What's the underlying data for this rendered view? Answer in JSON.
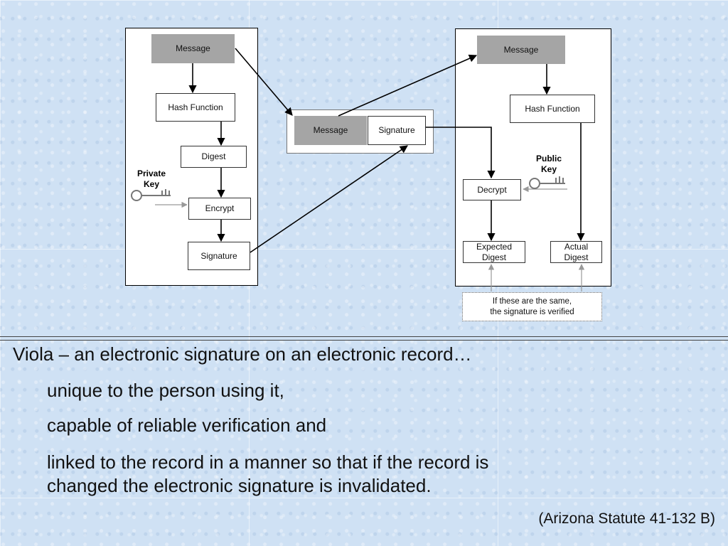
{
  "diagram": {
    "signer": {
      "message": "Message",
      "hash_function": "Hash Function",
      "digest": "Digest",
      "private_key": "Private\nKey",
      "encrypt": "Encrypt",
      "signature": "Signature"
    },
    "transmitted": {
      "message": "Message",
      "signature": "Signature"
    },
    "verifier": {
      "message": "Message",
      "hash_function": "Hash Function",
      "public_key": "Public\nKey",
      "decrypt": "Decrypt",
      "expected_digest": "Expected\nDigest",
      "actual_digest": "Actual\nDigest",
      "note": "If these are the same,\nthe signature is verified"
    }
  },
  "text": {
    "line1": "Viola – an electronic signature on an electronic record…",
    "line2": "unique to the person using it,",
    "line3": "capable of reliable verification and",
    "line4a": "linked to the record in a manner so that if the record is",
    "line4b": "changed the electronic signature is invalidated.",
    "citation": "(Arizona Statute 41-132 B)"
  }
}
